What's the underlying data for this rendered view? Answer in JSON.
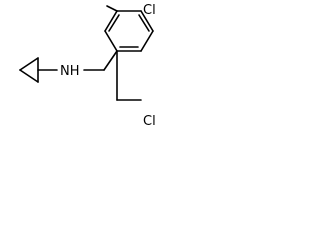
{
  "molecule": {
    "labels": {
      "cl_top": "Cl",
      "cl_bottom": "Cl",
      "nh": "NH"
    }
  },
  "colors": {
    "ink": "#000000",
    "background": "#ffffff"
  }
}
